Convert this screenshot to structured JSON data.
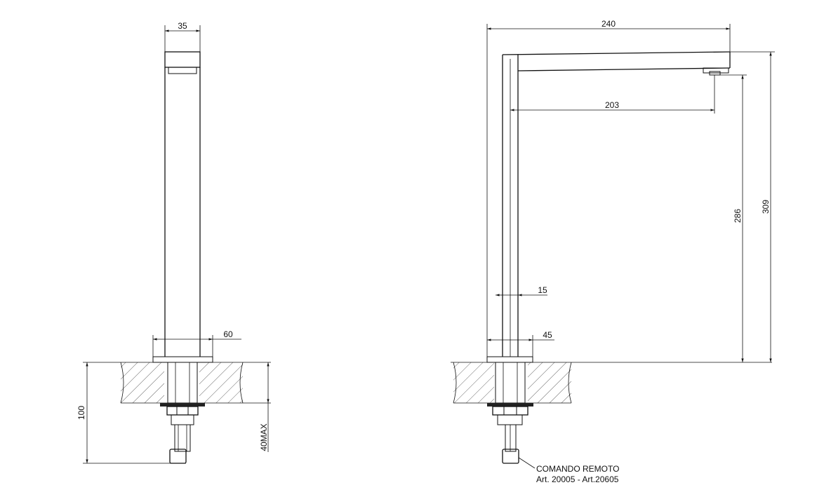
{
  "front_view": {
    "dims": {
      "spout_width": "35",
      "base_width": "60",
      "total_below_deck": "100",
      "deck_max": "40MAX"
    }
  },
  "side_view": {
    "dims": {
      "spout_reach": "240",
      "outlet_reach": "203",
      "outlet_height": "286",
      "total_height": "309",
      "column_width": "15",
      "base_depth": "45"
    },
    "note": {
      "line1": "COMANDO REMOTO",
      "line2": "Art. 20005 - Art.20605"
    }
  }
}
